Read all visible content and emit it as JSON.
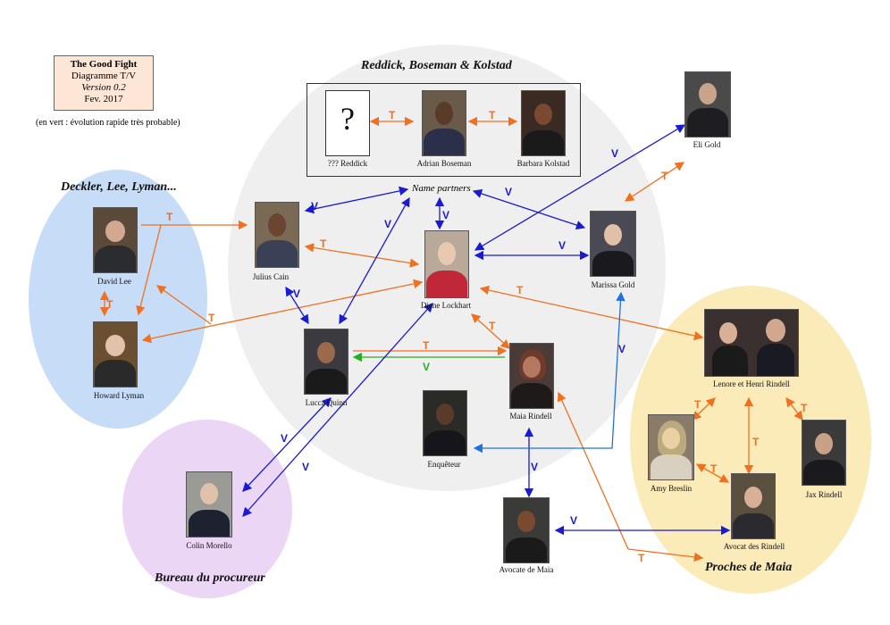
{
  "note": {
    "title": "The Good Fight",
    "subtitle": "Diagramme T/V",
    "version": "Version 0.2",
    "date": "Fev. 2017",
    "legend": "(en vert : évolution rapide très probable)"
  },
  "groups": {
    "firm": "Reddick, Boseman & Kolstad",
    "deckler": "Deckler, Lee, Lyman...",
    "bureau": "Bureau du procureur",
    "proches": "Proches de Maia"
  },
  "nodes": {
    "reddick": {
      "label": "??? Reddick",
      "glyph": "?"
    },
    "boseman": {
      "label": "Adrian Boseman"
    },
    "kolstad": {
      "label": "Barbara Kolstad"
    },
    "partners": {
      "label": "Name partners"
    },
    "eli": {
      "label": "Eli Gold"
    },
    "david": {
      "label": "David Lee"
    },
    "julius": {
      "label": "Julius Cain"
    },
    "diane": {
      "label": "Diane Lockhart"
    },
    "marissa": {
      "label": "Marissa Gold"
    },
    "howard": {
      "label": "Howard Lyman"
    },
    "lucca": {
      "label": "Lucca Quinn"
    },
    "maia": {
      "label": "Maia Rindell"
    },
    "enqueteur": {
      "label": "Enquêteur"
    },
    "rindells": {
      "label": "Lenore et Henri Rindell"
    },
    "amy": {
      "label": "Amy Breslin"
    },
    "jax": {
      "label": "Jax Rindell"
    },
    "avocat": {
      "label": "Avocat des Rindell"
    },
    "avocate": {
      "label": "Avocate de Maia"
    },
    "colin": {
      "label": "Colin Morello"
    }
  },
  "link_letters": {
    "t": "T",
    "v": "V"
  },
  "colors": {
    "t_link": "#f07020",
    "v_link": "#1a1ad0",
    "green_link": "#22b022",
    "light_blue_link": "#2070e0",
    "firm_bg": "#efefef",
    "deckler_bg": "#c6dcf7",
    "bureau_bg": "#ecd6f6",
    "proches_bg": "#fbebb8",
    "note_bg": "#fde6d6"
  }
}
